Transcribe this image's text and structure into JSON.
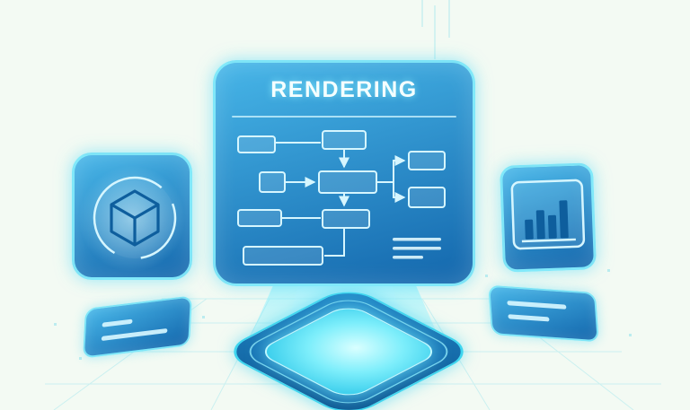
{
  "panel": {
    "title": "RENDERING"
  },
  "diagram": {
    "type": "flowchart",
    "node_count": 9,
    "placeholder_text_lines": 3,
    "has_node_labels": false
  },
  "icons": {
    "left_card": "cube-icon",
    "right_card": "bar-chart-icon",
    "base": "hologram-projector",
    "beam": "projection-beam"
  },
  "theme": {
    "colors": {
      "bg": "#f3faf3",
      "panel-top": "#47b6e8",
      "panel-bottom": "#1366ac",
      "edge": "#7beefc",
      "accent": "#3fd6ef",
      "line-light": "#d6f6ff",
      "deep": "#0e5e9d",
      "text": "#f4ffff",
      "grid": "#79dcea"
    }
  }
}
